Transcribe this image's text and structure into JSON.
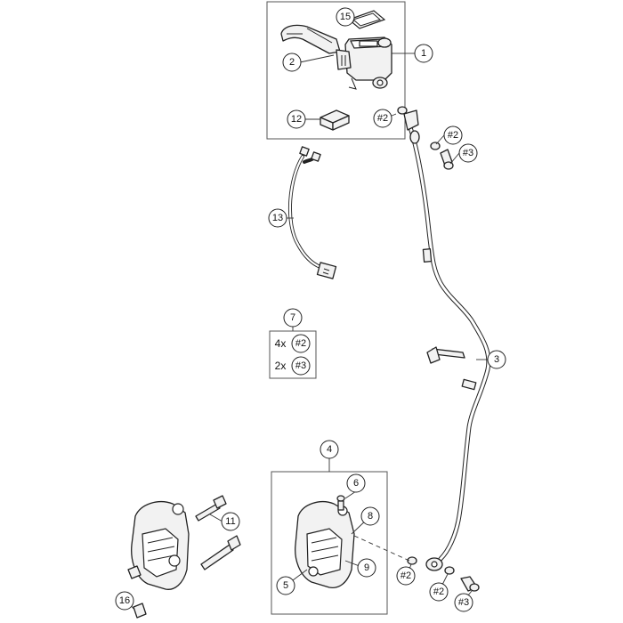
{
  "callouts": {
    "c1": "1",
    "c2": "2",
    "c3": "3",
    "c4": "4",
    "c5": "5",
    "c6": "6",
    "c7": "7",
    "c8": "8",
    "c9": "9",
    "c11": "11",
    "c12": "12",
    "c13": "13",
    "c15": "15",
    "c16": "16",
    "h2_top_a": "#2",
    "h2_top_b": "#2",
    "h3_top": "#3",
    "h2_bottom_a": "#2",
    "h2_bottom_b": "#2",
    "h3_bottom": "#3"
  },
  "kit": {
    "callout": "7",
    "rows": [
      {
        "qty": "4x",
        "ref": "#2"
      },
      {
        "qty": "2x",
        "ref": "#3"
      }
    ]
  }
}
